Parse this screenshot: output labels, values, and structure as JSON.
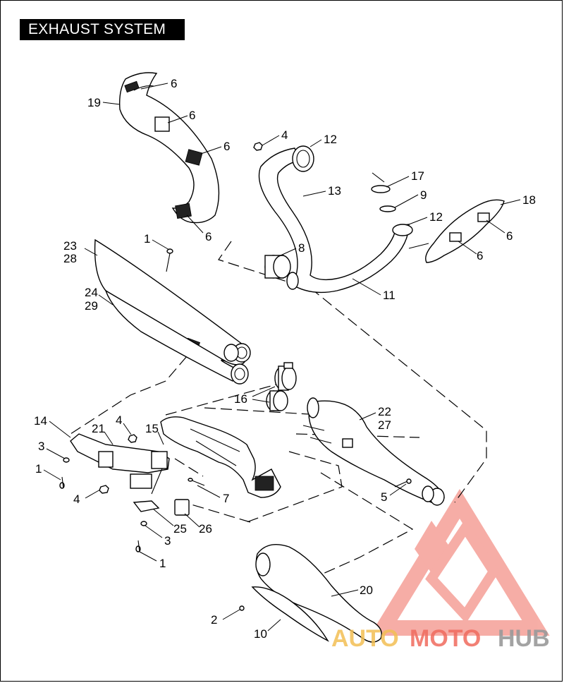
{
  "title": "EXHAUST SYSTEM",
  "callouts": [
    {
      "id": "c-6a",
      "text": "6"
    },
    {
      "id": "c-19",
      "text": "19"
    },
    {
      "id": "c-6b",
      "text": "6"
    },
    {
      "id": "c-6c",
      "text": "6"
    },
    {
      "id": "c-6d",
      "text": "6"
    },
    {
      "id": "c-4a",
      "text": "4"
    },
    {
      "id": "c-12a",
      "text": "12"
    },
    {
      "id": "c-13",
      "text": "13"
    },
    {
      "id": "c-17",
      "text": "17"
    },
    {
      "id": "c-9",
      "text": "9"
    },
    {
      "id": "c-18",
      "text": "18"
    },
    {
      "id": "c-12b",
      "text": "12"
    },
    {
      "id": "c-6e",
      "text": "6"
    },
    {
      "id": "c-6f",
      "text": "6"
    },
    {
      "id": "c-1a",
      "text": "1"
    },
    {
      "id": "c-23",
      "text": "23"
    },
    {
      "id": "c-28",
      "text": "28"
    },
    {
      "id": "c-8",
      "text": "8"
    },
    {
      "id": "c-24",
      "text": "24"
    },
    {
      "id": "c-29",
      "text": "29"
    },
    {
      "id": "c-11",
      "text": "11"
    },
    {
      "id": "c-16",
      "text": "16"
    },
    {
      "id": "c-22",
      "text": "22"
    },
    {
      "id": "c-27",
      "text": "27"
    },
    {
      "id": "c-14",
      "text": "14"
    },
    {
      "id": "c-4b",
      "text": "4"
    },
    {
      "id": "c-21",
      "text": "21"
    },
    {
      "id": "c-15",
      "text": "15"
    },
    {
      "id": "c-3a",
      "text": "3"
    },
    {
      "id": "c-1b",
      "text": "1"
    },
    {
      "id": "c-4c",
      "text": "4"
    },
    {
      "id": "c-7",
      "text": "7"
    },
    {
      "id": "c-5",
      "text": "5"
    },
    {
      "id": "c-25",
      "text": "25"
    },
    {
      "id": "c-26",
      "text": "26"
    },
    {
      "id": "c-3b",
      "text": "3"
    },
    {
      "id": "c-1c",
      "text": "1"
    },
    {
      "id": "c-20",
      "text": "20"
    },
    {
      "id": "c-2",
      "text": "2"
    },
    {
      "id": "c-10",
      "text": "10"
    }
  ],
  "watermark": {
    "auto": "AUTO",
    "moto": "MOTO",
    "hub": "HUB",
    "colors": {
      "auto": "#f3bf54",
      "moto": "#f06b5e",
      "hub": "#9a9a9a",
      "logo": "#f06b5e"
    }
  }
}
